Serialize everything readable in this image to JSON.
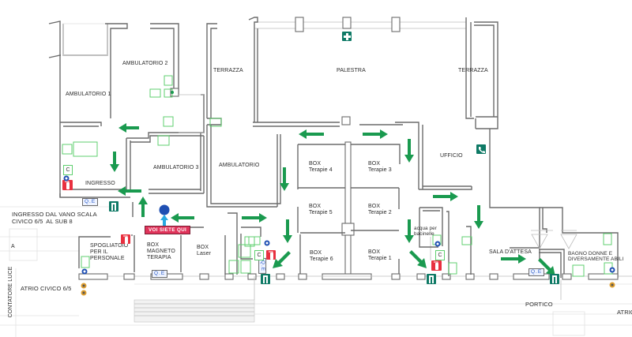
{
  "map": {
    "title": "Piano di evacuazione",
    "you_are_here_label": "VOI SIETE QUI",
    "colors": {
      "escape_arrow": "#1a9a4f",
      "exit_sign": "#0f7a66",
      "fire_extinguisher": "#e8303f",
      "you_are_here_marker": "#1f4fb3",
      "you_are_here_pointer": "#29aae2",
      "you_are_here_badge": "#e0335a",
      "electric_panel": "#2b5cc9",
      "fixtures": "#5fcf6f",
      "walls": "#6b6b6b"
    },
    "rooms": {
      "ambulatorio_1": "AMBULATORIO 1",
      "ambulatorio_2": "AMBULATORIO 2",
      "ambulatorio_3": "AMBULATORIO 3",
      "ambulatorio": "AMBULATORIO",
      "terrazza_left": "TERRAZZA",
      "palestra": "PALESTRA",
      "terrazza_right": "TERRAZZA",
      "ufficio": "UFFICIO",
      "ingresso": "INGRESSO",
      "ingresso_scala": "INGRESSO DAL VANO SCALA\nCIVICO 6/5  AL SUB 8",
      "spogliatoio": "SPOGLIATOIO\nPER IL\nPERSONALE",
      "box_magneto": "BOX\nMAGNETO\nTERAPIA",
      "box_laser": "BOX\nLaser",
      "box_terapie_4": "BOX\nTerapie 4",
      "box_terapie_3": "BOX\nTerapie 3",
      "box_terapie_5": "BOX\nTerapie 5",
      "box_terapie_2": "BOX\nTerapie 2",
      "box_terapie_6": "BOX\nTerapie 6",
      "box_terapie_1": "BOX\nTerapie 1",
      "acqua_bacinelle": "acqua per\nbacinelle",
      "sala_attesa": "SALA D'ATTESA",
      "bagno_donne": "BAGNO DONNE E\nDIVERSAMENTE ABILI",
      "portico": "PORTICO",
      "atrio_civico": "ATRIO CIVICO 6/5",
      "atrio_right": "ATRIO",
      "contatore_luce": "CONTATORE LUCE",
      "a_label": "A"
    },
    "markers": {
      "electric_panel_label": "Q.E",
      "c_label": "C",
      "first_aid": "first-aid-sign",
      "phone": "emergency-phone-sign"
    }
  }
}
